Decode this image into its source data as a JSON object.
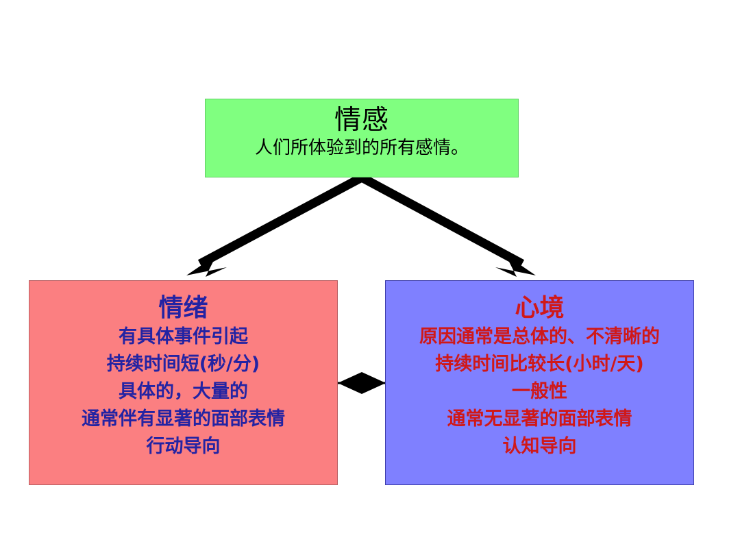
{
  "diagram": {
    "type": "hierarchy-with-comparison",
    "background_color": "#ffffff",
    "nodes": {
      "root": {
        "title": "情感",
        "lines": [
          "人们所体验到的所有感情。"
        ],
        "fill_color": "#80ff80",
        "title_color": "#000000",
        "text_color": "#000000"
      },
      "emotion": {
        "title": "情绪",
        "lines": [
          "有具体事件引起",
          "持续时间短(秒/分)",
          "具体的，大量的",
          "通常伴有显著的面部表情",
          "行动导向"
        ],
        "fill_color": "#fb7f81",
        "title_color": "#2323a3",
        "text_color": "#2323a3"
      },
      "mood": {
        "title": "心境",
        "lines": [
          "原因通常是总体的、不清晰的",
          "持续时间比较长(小时/天)",
          "一般性",
          "通常无显著的面部表情",
          "认知导向"
        ],
        "fill_color": "#7f80ff",
        "title_color": "#d01818",
        "text_color": "#d01818"
      }
    },
    "connectors": [
      {
        "name": "root-to-emotion",
        "kind": "single-arrow",
        "from": "root",
        "to": "emotion",
        "color": "#000000"
      },
      {
        "name": "root-to-mood",
        "kind": "single-arrow",
        "from": "root",
        "to": "mood",
        "color": "#000000"
      },
      {
        "name": "emotion-to-mood",
        "kind": "double-arrow",
        "from": "emotion",
        "to": "mood",
        "color": "#000000"
      }
    ]
  }
}
